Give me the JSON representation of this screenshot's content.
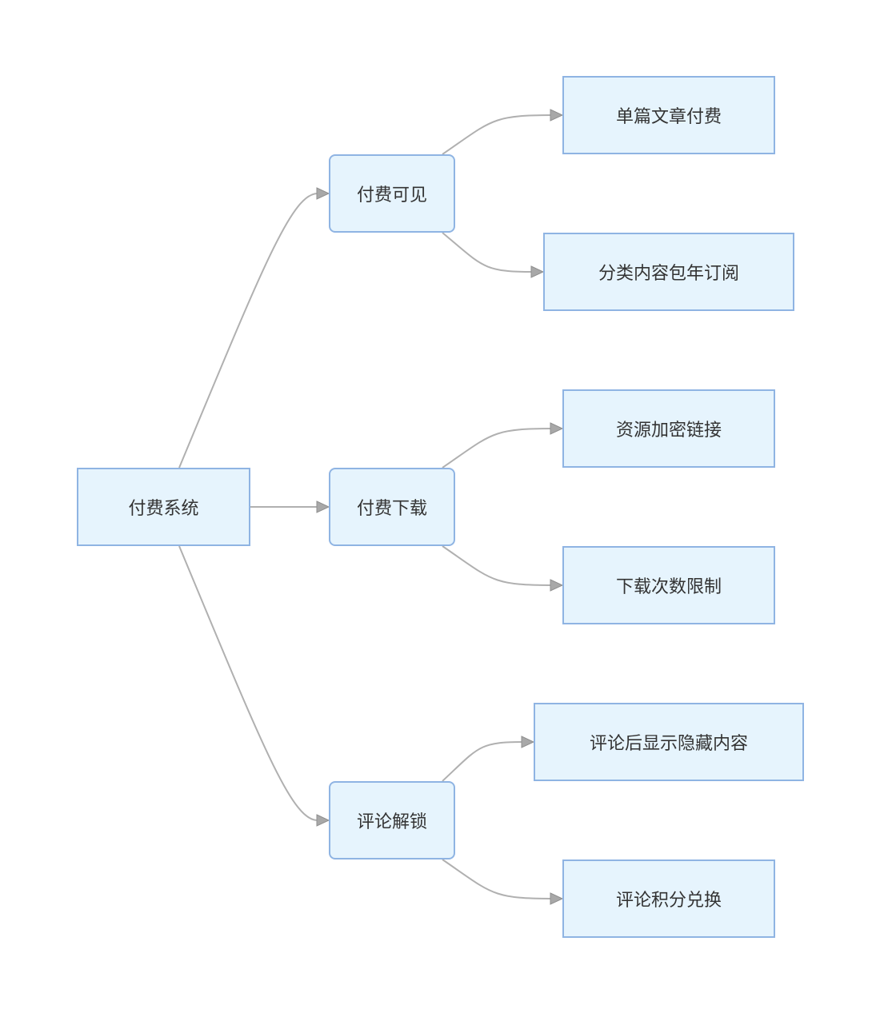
{
  "diagram": {
    "root": {
      "label": "付费系统"
    },
    "branches": [
      {
        "label": "付费可见",
        "children": [
          {
            "label": "单篇文章付费"
          },
          {
            "label": "分类内容包年订阅"
          }
        ]
      },
      {
        "label": "付费下载",
        "children": [
          {
            "label": "资源加密链接"
          },
          {
            "label": "下载次数限制"
          }
        ]
      },
      {
        "label": "评论解锁",
        "children": [
          {
            "label": "评论后显示隐藏内容"
          },
          {
            "label": "评论积分兑换"
          }
        ]
      }
    ],
    "colors": {
      "node_fill": "#e6f4fd",
      "node_border": "#8fb4e3",
      "edge": "#b0b0b0",
      "arrow": "#a8a8a8",
      "text": "#333333"
    }
  }
}
